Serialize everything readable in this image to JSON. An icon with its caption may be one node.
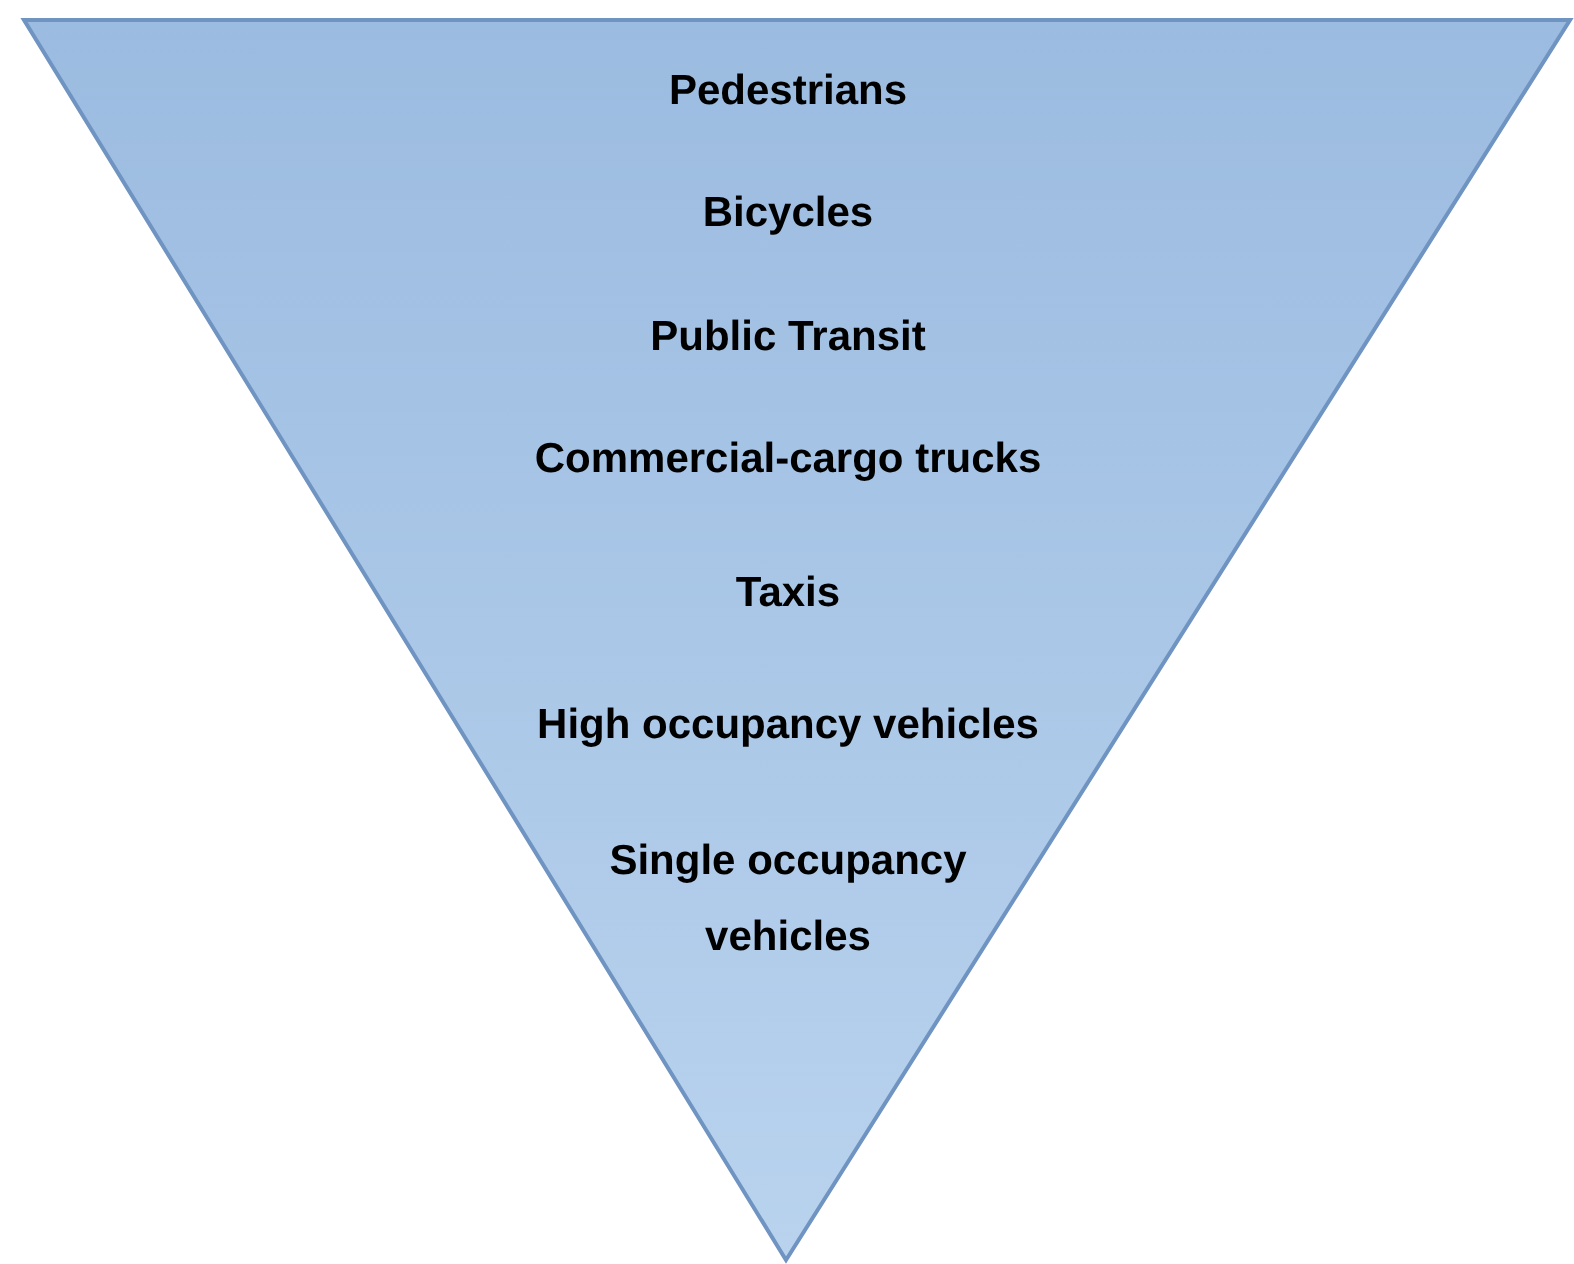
{
  "diagram": {
    "nodes": [
      {
        "text": [
          "Pedestrians",
          "Bicycles",
          "Public Transit",
          "Commercial-cargo trucks",
          "Taxis",
          "High occupancy vehicles",
          "Single occupancy vehicles"
        ]
      }
    ]
  }
}
